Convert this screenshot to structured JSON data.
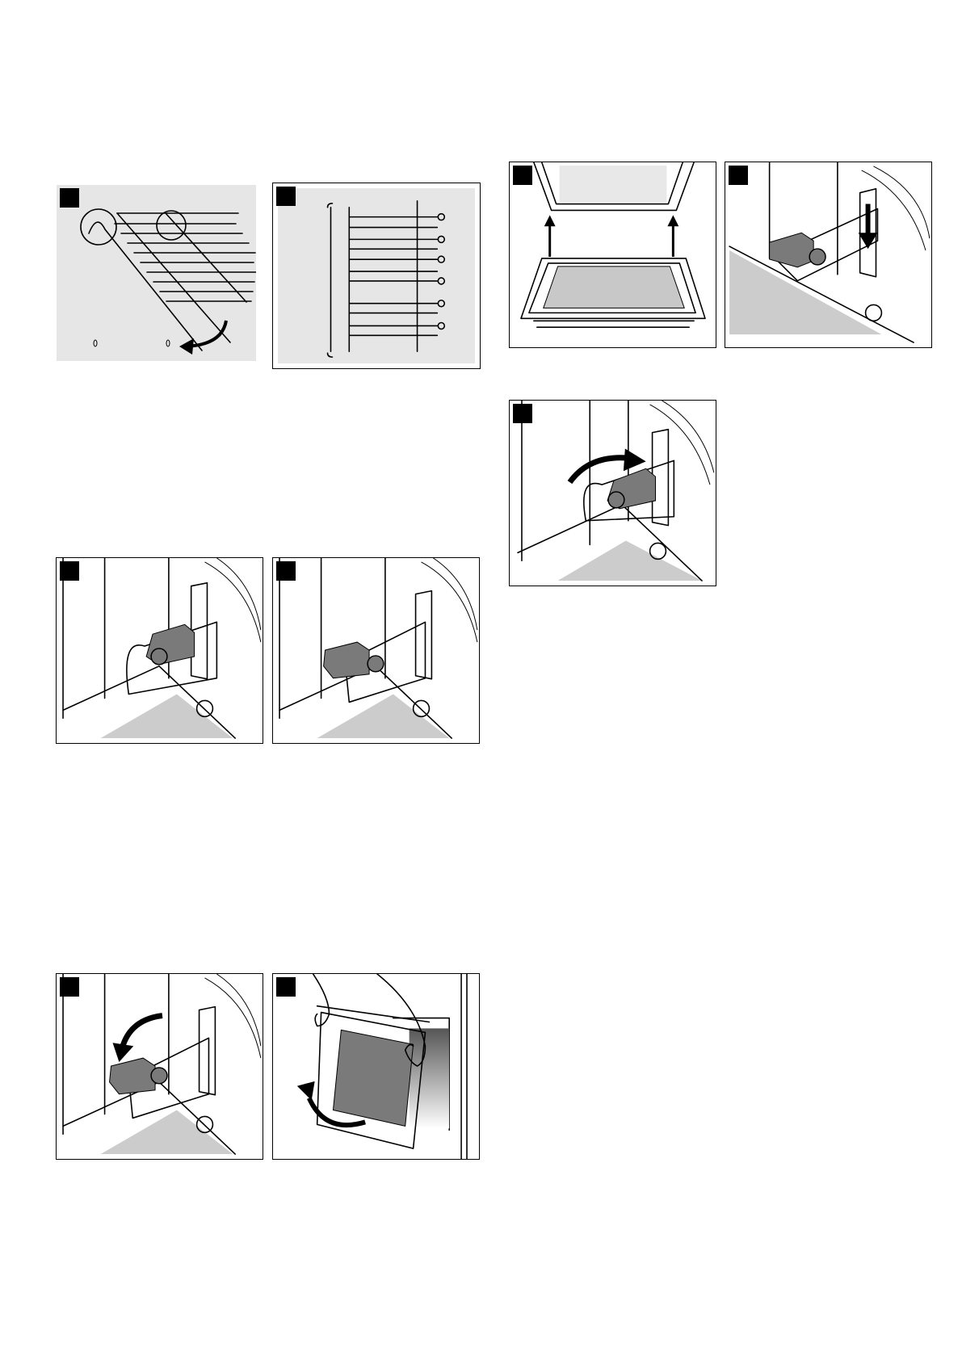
{
  "colors": {
    "page_background": "#ffffff",
    "panel_border": "#000000",
    "panel_fill_light": "#e6e6e6",
    "glass_gray": "#c8c8c8",
    "lever_gray": "#7a7a7a",
    "step_marker": "#000000"
  },
  "panels": [
    {
      "id": "rack-unhook",
      "icons": [
        "wire-rack-icon",
        "hook-circle-icon",
        "curved-arrow-icon"
      ]
    },
    {
      "id": "rack-front-view",
      "icons": [
        "wire-rack-icon"
      ]
    },
    {
      "id": "door-glass-lift",
      "icons": [
        "oven-door-icon",
        "up-arrow-icon"
      ]
    },
    {
      "id": "hinge-lever-press",
      "icons": [
        "hinge-lever-icon",
        "down-arrow-icon"
      ]
    },
    {
      "id": "hinge-lever-rotate",
      "icons": [
        "hinge-lever-icon",
        "curved-arrow-icon"
      ]
    },
    {
      "id": "hinge-lever-open",
      "icons": [
        "hinge-lever-icon"
      ]
    },
    {
      "id": "hinge-lever-folded",
      "icons": [
        "hinge-lever-icon"
      ]
    },
    {
      "id": "hinge-lever-close",
      "icons": [
        "hinge-lever-icon",
        "curved-arrow-icon"
      ]
    },
    {
      "id": "door-remove",
      "icons": [
        "oven-door-icon",
        "hand-icon",
        "curved-arrow-icon"
      ]
    }
  ]
}
